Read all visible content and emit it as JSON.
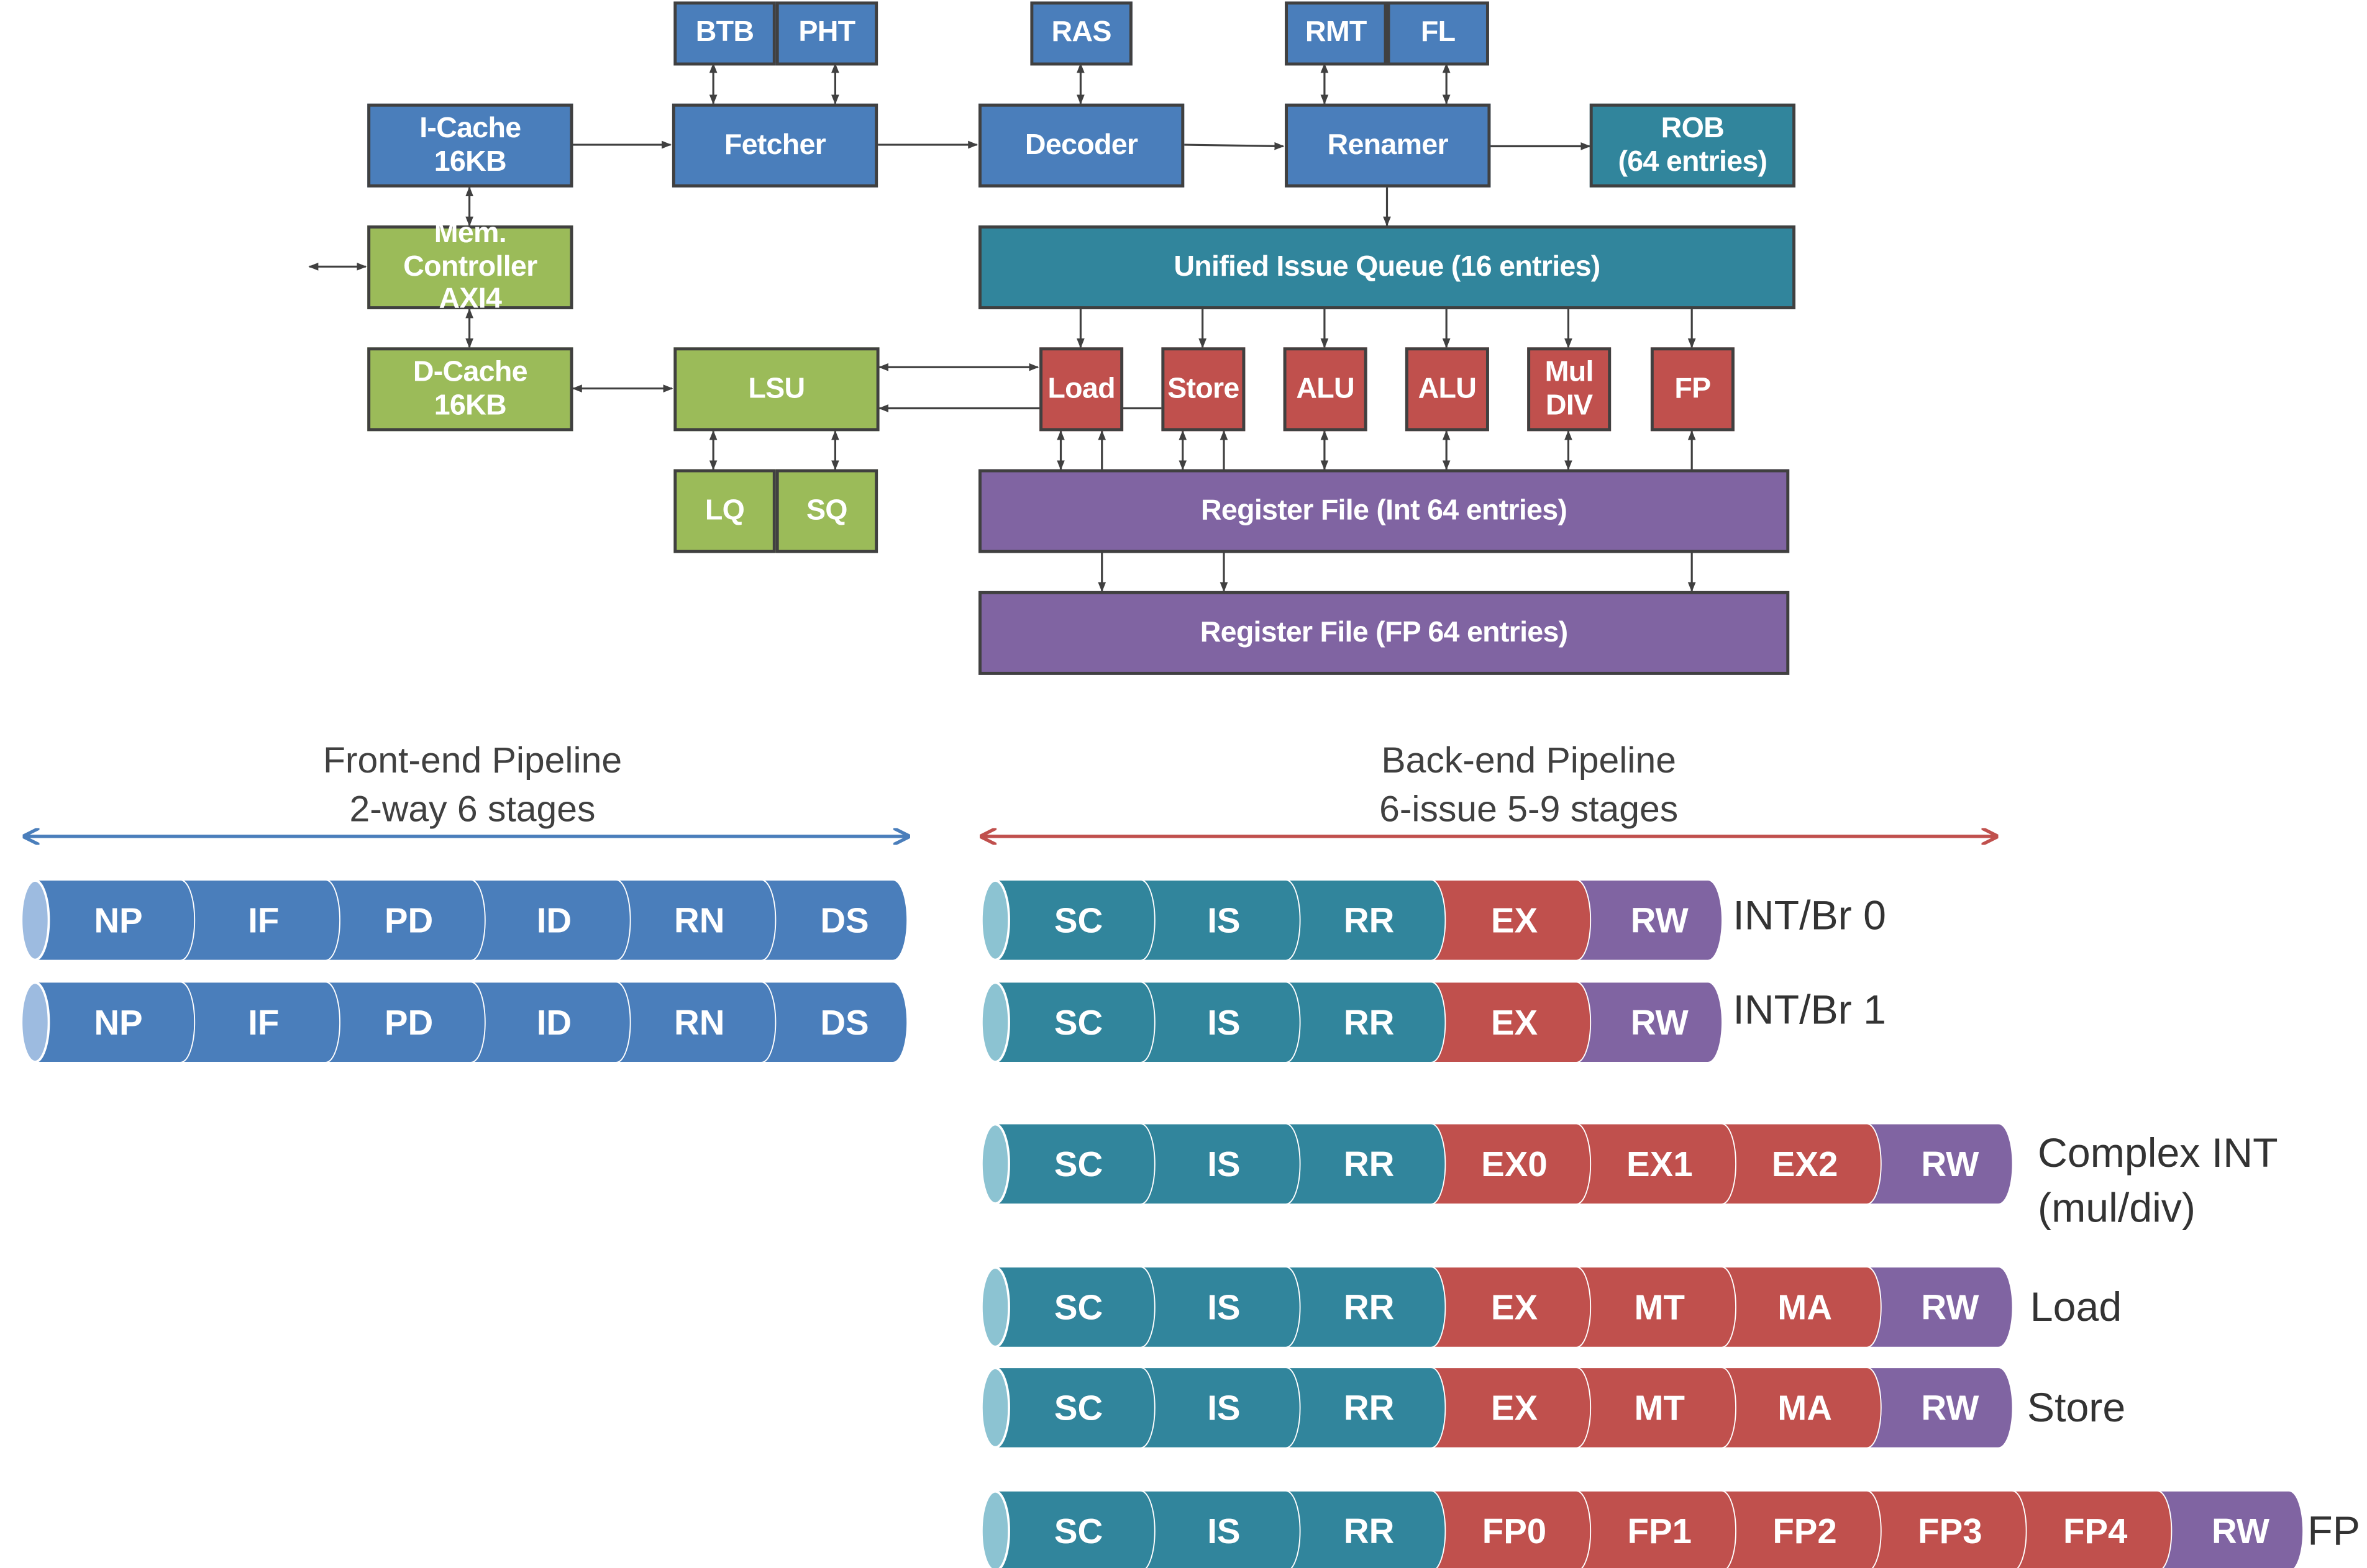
{
  "colors": {
    "blue": "#4A7EBB",
    "green": "#9BBB59",
    "teal": "#31859C",
    "red": "#C0504D",
    "purple": "#8064A2",
    "front_arrow": "#4A7EBB",
    "back_arrow": "#C0504D"
  },
  "blocks": {
    "btb": "BTB",
    "pht": "PHT",
    "ras": "RAS",
    "rmt": "RMT",
    "fl": "FL",
    "icache": "I-Cache\n16KB",
    "fetcher": "Fetcher",
    "decoder": "Decoder",
    "renamer": "Renamer",
    "rob": "ROB\n(64 entries)",
    "mem_controller": "Mem. Controller\nAXI4",
    "issue_queue": "Unified Issue Queue (16 entries)",
    "dcache": "D-Cache\n16KB",
    "lsu": "LSU",
    "load": "Load",
    "store": "Store",
    "alu0": "ALU",
    "alu1": "ALU",
    "muldiv": "Mul\nDIV",
    "fp": "FP",
    "lq": "LQ",
    "sq": "SQ",
    "regfile_int": "Register File (Int 64 entries)",
    "regfile_fp": "Register File (FP 64 entries)"
  },
  "front_end": {
    "title": "Front-end Pipeline\n2-way 6 stages",
    "rows": [
      {
        "stages": [
          "NP",
          "IF",
          "PD",
          "ID",
          "RN",
          "DS"
        ],
        "colors": [
          "blue",
          "blue",
          "blue",
          "blue",
          "blue",
          "blue"
        ]
      },
      {
        "stages": [
          "NP",
          "IF",
          "PD",
          "ID",
          "RN",
          "DS"
        ],
        "colors": [
          "blue",
          "blue",
          "blue",
          "blue",
          "blue",
          "blue"
        ]
      }
    ]
  },
  "back_end": {
    "title": "Back-end Pipeline\n6-issue 5-9 stages",
    "rows": [
      {
        "label": "INT/Br 0",
        "stages": [
          "SC",
          "IS",
          "RR",
          "EX",
          "RW"
        ],
        "colors": [
          "teal",
          "teal",
          "teal",
          "red",
          "purple"
        ]
      },
      {
        "label": "INT/Br 1",
        "stages": [
          "SC",
          "IS",
          "RR",
          "EX",
          "RW"
        ],
        "colors": [
          "teal",
          "teal",
          "teal",
          "red",
          "purple"
        ]
      },
      {
        "label": "Complex INT\n(mul/div)",
        "stages": [
          "SC",
          "IS",
          "RR",
          "EX0",
          "EX1",
          "EX2",
          "RW"
        ],
        "colors": [
          "teal",
          "teal",
          "teal",
          "red",
          "red",
          "red",
          "purple"
        ]
      },
      {
        "label": "Load",
        "stages": [
          "SC",
          "IS",
          "RR",
          "EX",
          "MT",
          "MA",
          "RW"
        ],
        "colors": [
          "teal",
          "teal",
          "teal",
          "red",
          "red",
          "red",
          "purple"
        ]
      },
      {
        "label": "Store",
        "stages": [
          "SC",
          "IS",
          "RR",
          "EX",
          "MT",
          "MA",
          "RW"
        ],
        "colors": [
          "teal",
          "teal",
          "teal",
          "red",
          "red",
          "red",
          "purple"
        ]
      },
      {
        "label": "FP",
        "stages": [
          "SC",
          "IS",
          "RR",
          "FP0",
          "FP1",
          "FP2",
          "FP3",
          "FP4",
          "RW"
        ],
        "colors": [
          "teal",
          "teal",
          "teal",
          "red",
          "red",
          "red",
          "red",
          "red",
          "purple"
        ]
      }
    ]
  }
}
